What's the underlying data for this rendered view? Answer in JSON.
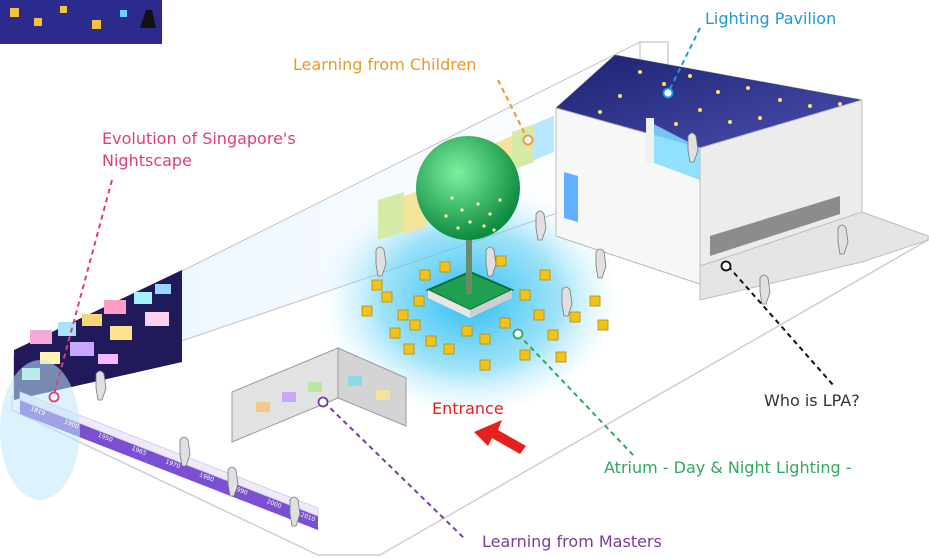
{
  "labels": {
    "lighting_pavilion": {
      "text": "Lighting Pavilion",
      "color": "#1a9bd7"
    },
    "learning_children": {
      "text": "Learning from Children",
      "color": "#f0962a"
    },
    "evolution_line1": {
      "text": "Evolution of Singapore's",
      "color": "#e03c7f"
    },
    "evolution_line2": {
      "text": "Nightscape",
      "color": "#e03c7f"
    },
    "entrance": {
      "text": "Entrance",
      "color": "#e6201f"
    },
    "who_is_lpa": {
      "text": "Who is LPA?",
      "color": "#333333"
    },
    "atrium": {
      "text": "Atrium - Day & Night Lighting -",
      "color": "#2eaa5c"
    },
    "learning_masters": {
      "text": "Learning from Masters",
      "color": "#7a3d9a"
    }
  },
  "timeline_years": [
    "1819",
    "1900",
    "1950",
    "1965",
    "1970",
    "1980",
    "1990",
    "2000",
    "2010"
  ],
  "colors": {
    "floor": "#ffffff",
    "wall_outline": "#b8b8b8",
    "timeline_band": "#7a4fd0",
    "pavilion_ceiling": "#2a2f86",
    "tree_canopy": "#2ec46a",
    "atrium_glow": "#30c8f0",
    "lantern": "#f2c31a",
    "entrance_arrow": "#e6201f"
  }
}
